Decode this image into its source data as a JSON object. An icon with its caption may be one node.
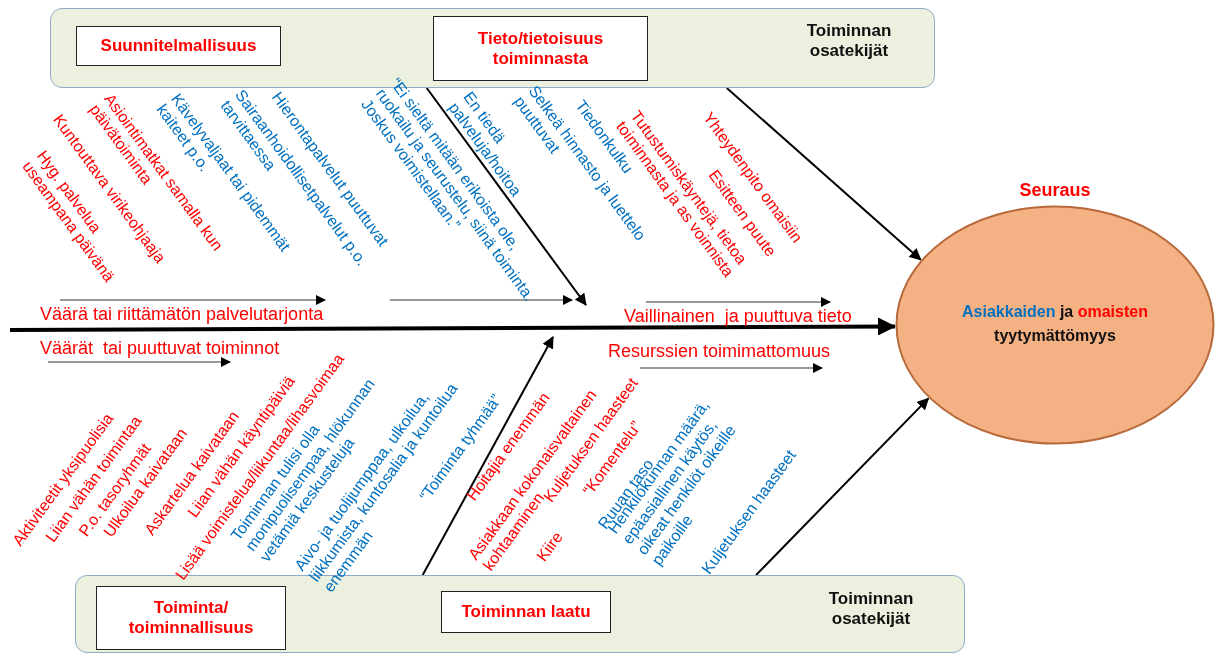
{
  "diagram": {
    "nodes": [
      {
        "text": [
          "Toiminnan osatekijät"
        ]
      },
      {
        "text": [
          "Suunnitelmallisuus"
        ],
        "in": 0
      },
      {
        "text": [
          "Tieto/tietoisuus toiminnasta"
        ],
        "in": 0
      },
      {
        "text": [
          "Asiakkaiden ja omaisten tyytymättömyys"
        ],
        "beside": [
          "Seuraus"
        ]
      },
      {
        "text": [
          "Toiminnan osatekijät"
        ]
      },
      {
        "text": [
          "Toiminta/ toiminnallisuus"
        ],
        "in": 4
      },
      {
        "text": [
          "Toiminnan laatu"
        ],
        "in": 4
      }
    ],
    "edges": [
      {
        "from": null,
        "to": 3,
        "arrow": "to",
        "style": "thick"
      },
      {
        "from": 0,
        "to": null,
        "arrow": "to"
      },
      {
        "from": 0,
        "to": 3,
        "arrow": "to"
      },
      {
        "from": 4,
        "to": null,
        "arrow": "to"
      },
      {
        "from": 4,
        "to": 3,
        "arrow": "to"
      }
    ],
    "labels": [
      "Hyg. palvelua useampana päivänä",
      "Kuntouttava virikeohjaaja",
      "Asiointimatkat samalla kun päivätoiminta",
      "Kävelyvaljaat tai pidemmät kaiteet p.o.",
      "Sairaanhoidollisetpalvelut p.o. tarvittaessa",
      "Hierontapalvelut puuttuvat",
      "“Ei sieltä mitään erikoista ole, ruokailu ja seurustelu, siinä toiminta. Joskus voimistellaan.”",
      "En tiedä palveluja/hoitoa",
      "Selkeä hinnasto ja luettelo puuttuvat",
      "Tiedonkulku",
      "Tutustumiskäyntejä, tietoa toiminnasta ja as voinnista",
      "Esitteen puute",
      "Yhteydenpito omaisiin",
      "Väärä tai riittämätön palvelutarjonta",
      "Vaillinainen  ja puuttuva tieto",
      "Väärät  tai puuttuvat toiminnot",
      "Resurssien toimimattomuus",
      "Aktiviteetit yksipuolisia",
      "Liian vähän toimintaa",
      "P.o. tasoryhmät",
      "Ulkoilua kaivataan",
      "Askartelua kaivataan",
      "Liian vähän käyntipäiviä",
      "Lisää voimistelua/liikuntaa/lihasvoimaa",
      "Toiminnan tulisi olla monipuolisempaa, hlökunnan vetämiä keskusteluja",
      "Aivo- ja tuolijumppaa, ulkoilua, liikkumista, kuntosalia ja kuntoilua enemmän",
      "“Toiminta tyhmää”",
      "Hoitajia enemmän",
      "Asiakkaan kokonaisvaltainen kohtaaminen",
      "Kuljetuksen haasteet",
      "Kiire",
      "“Komentelu”",
      "Ruuan taso",
      "Henkilökunnan määrä, epäasiallinen käytös, oikeat henkilöt oikeille paikoille",
      "Kuljetuksen haasteet"
    ]
  }
}
